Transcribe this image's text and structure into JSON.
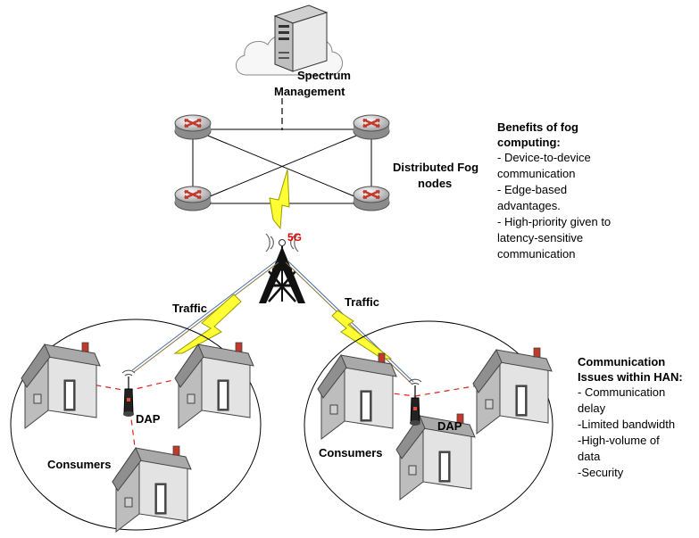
{
  "labels": {
    "spectrum_management_line1": "Spectrum",
    "spectrum_management_line2": "Management",
    "fog_nodes_line1": "Distributed Fog",
    "fog_nodes_line2": "nodes",
    "base_station_tag": "5G",
    "traffic_left": "Traffic",
    "traffic_right": "Traffic",
    "dap_left": "DAP",
    "dap_right": "DAP",
    "consumers_left": "Consumers",
    "consumers_right": "Consumers"
  },
  "benefits": {
    "title_line1": "Benefits of fog",
    "title_line2": "computing:",
    "items": [
      "- Device-to-device",
      "communication",
      "- Edge-based",
      "advantages.",
      "- High-priority given to",
      "latency-sensitive",
      "communication"
    ]
  },
  "issues": {
    "title_line1": "Communication",
    "title_line2": "Issues within HAN:",
    "items": [
      "- Communication",
      "delay",
      "-Limited bandwidth",
      "-High-volume of",
      "data",
      "-Security"
    ]
  },
  "colors": {
    "lightning": "#ffff33",
    "lightning_edge": "#9a9a00",
    "router_x": "#c0392b",
    "tag_red": "#e00000",
    "link_dash": "#e02020",
    "house_wall": "#dcdcdc",
    "house_roof": "#a9a9a9"
  },
  "icons": {
    "server": "server-icon",
    "cloud": "cloud-icon",
    "router": "router-icon",
    "tower": "cell-tower-icon",
    "house": "house-icon",
    "access_point": "access-point-icon",
    "lightning": "lightning-icon"
  }
}
